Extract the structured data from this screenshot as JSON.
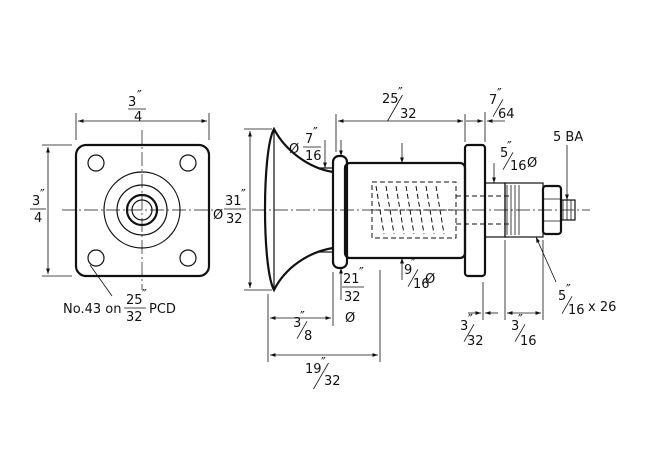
{
  "front_view": {
    "width_label": {
      "num": "3",
      "den": "4",
      "unit": "″"
    },
    "height_label": {
      "num": "3",
      "den": "4",
      "unit": "″"
    },
    "hole_note": {
      "prefix": "No.43 on",
      "num": "25",
      "unit": "″",
      "den": "32",
      "suffix": "PCD"
    }
  },
  "side_view": {
    "head_dia": {
      "sym": "Ø",
      "num": "31",
      "unit": "″",
      "den": "32"
    },
    "neck_dia": {
      "sym": "Ø",
      "num": "7",
      "unit": "″",
      "den": "16"
    },
    "body_length": {
      "num": "25",
      "unit": "″",
      "den": "32"
    },
    "flange_thk": {
      "num": "7",
      "unit": "″",
      "den": "64"
    },
    "stud_dia": {
      "num": "5",
      "unit": "″",
      "den": "16",
      "sym": "Ø"
    },
    "thread_size": "5 BA",
    "hex_thread": {
      "num": "5",
      "unit": "″",
      "den": "16",
      "suffix": "x 26"
    },
    "bore_dia": {
      "num": "9",
      "unit": "″",
      "den": "16",
      "sym": "Ø"
    },
    "collar_dia": {
      "num": "21",
      "unit": "″",
      "den": "32",
      "sym": "Ø"
    },
    "head_to_body": {
      "num": "3",
      "unit": "″",
      "den": "8"
    },
    "overall_left": {
      "num": "19",
      "unit": "″",
      "den": "32"
    },
    "flange_offset": {
      "num": "3",
      "unit": "″",
      "den": "32"
    },
    "nut_length": {
      "num": "3",
      "unit": "″",
      "den": "16"
    }
  }
}
